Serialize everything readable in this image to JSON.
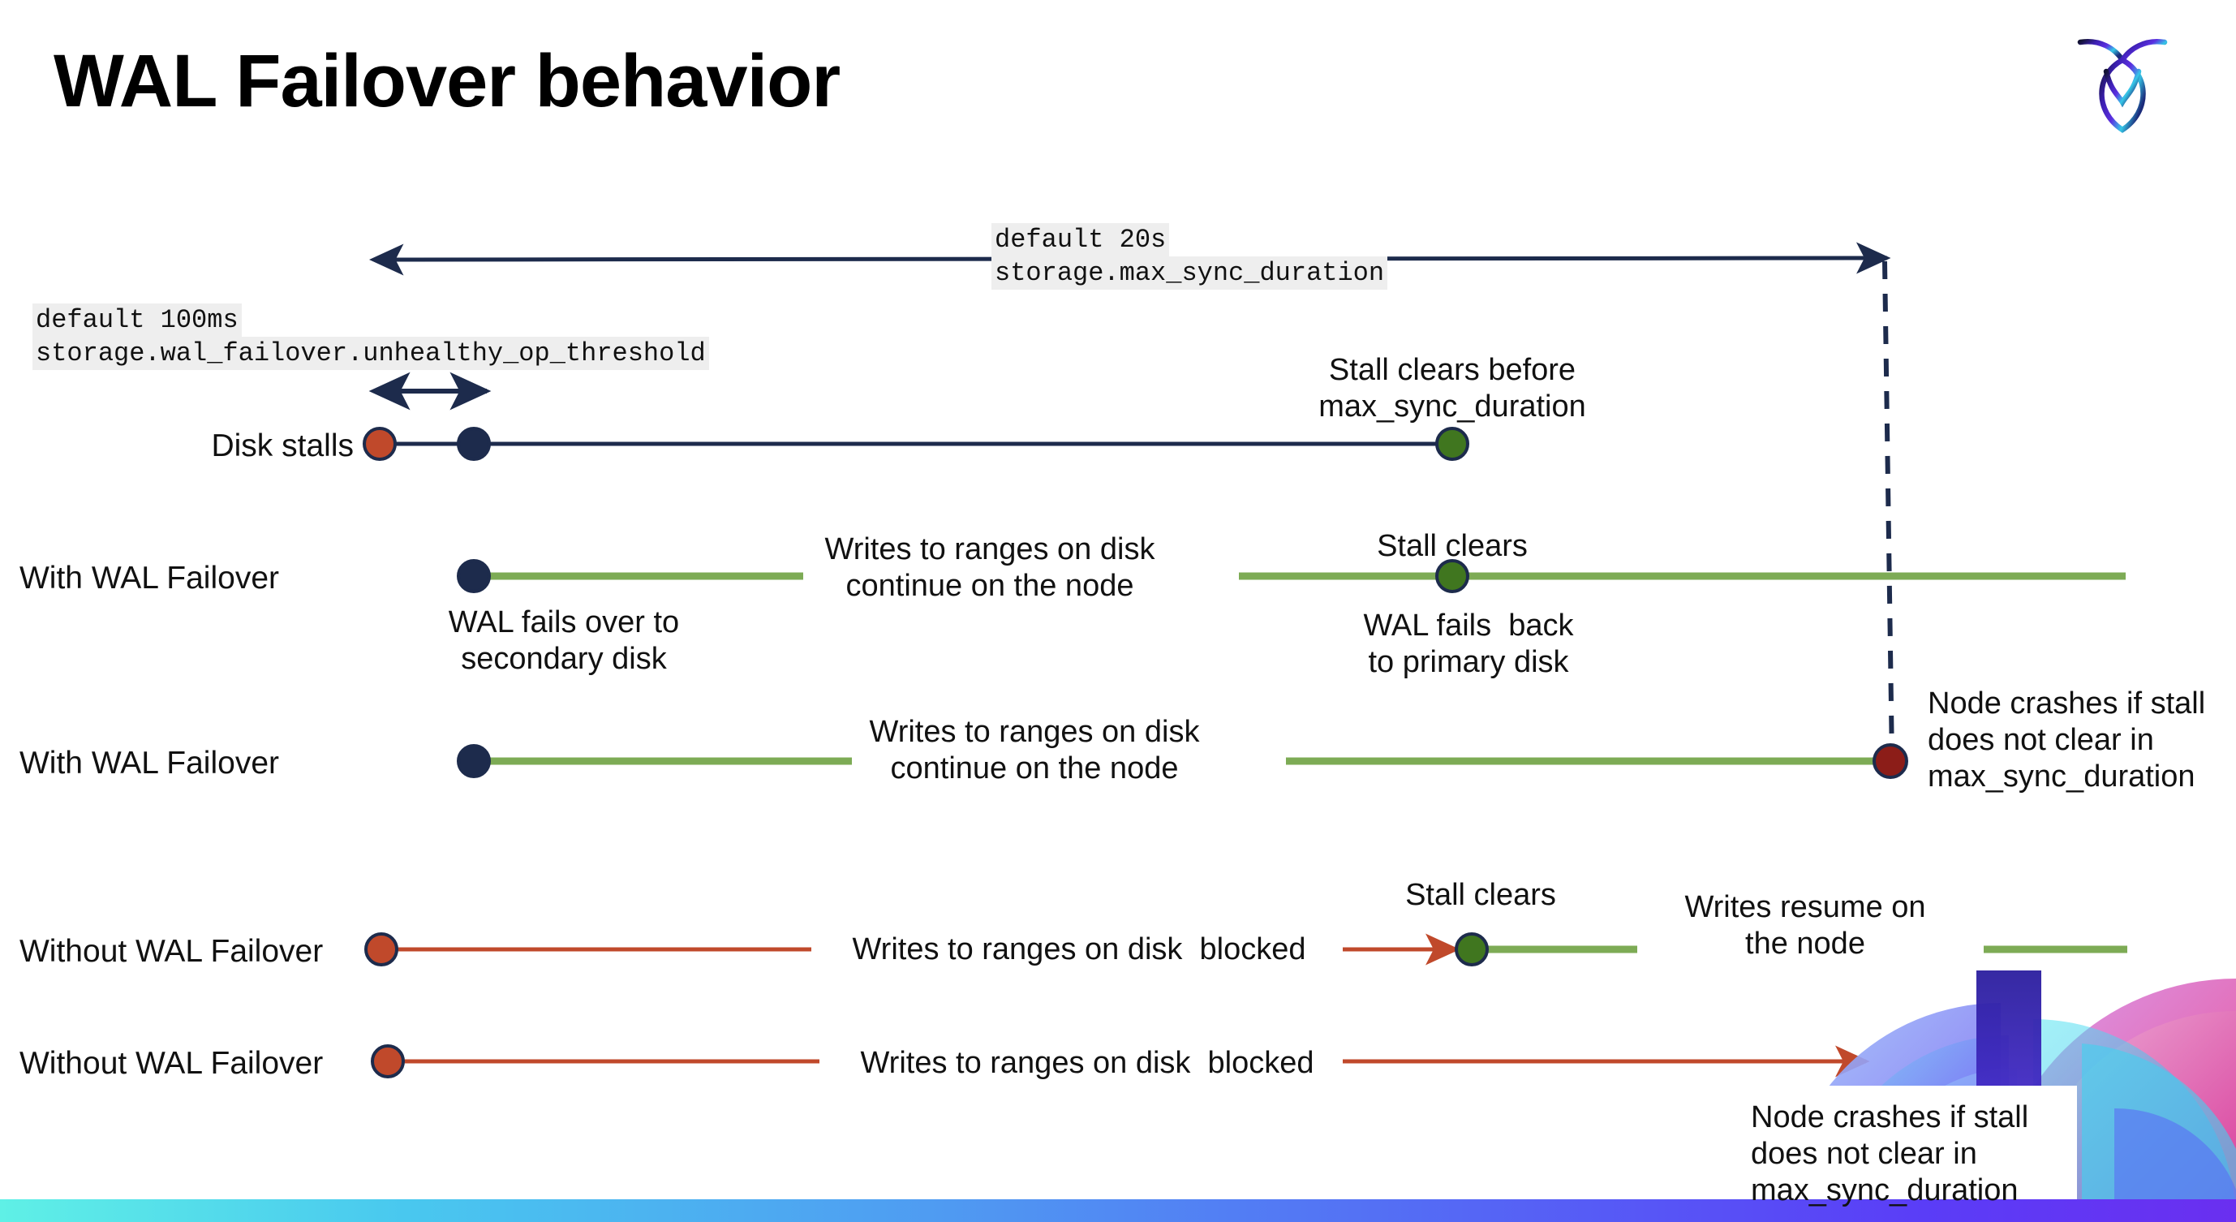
{
  "slide": {
    "title": "WAL Failover behavior",
    "logo_name": "cockroachdb-logo"
  },
  "settings": {
    "max_sync": {
      "default_label": "default 20s",
      "setting_name": "storage.max_sync_duration"
    },
    "unhealthy_op": {
      "default_label": "default 100ms",
      "setting_name": "storage.wal_failover.unhealthy_op_threshold"
    }
  },
  "rows": {
    "disk_stalls": {
      "label": "Disk stalls",
      "annotation": "Stall clears before\nmax_sync_duration"
    },
    "with_failover_1": {
      "label": "With WAL Failover",
      "annotation_mid": "Writes to ranges on disk\ncontinue on the node",
      "annotation_below_start": "WAL fails over to\nsecondary disk",
      "annotation_clear": "Stall clears",
      "annotation_below_clear": "WAL fails  back\nto primary disk"
    },
    "with_failover_2": {
      "label": "With WAL Failover",
      "annotation_mid": "Writes to ranges on disk\ncontinue on the node",
      "annotation_crash": "Node crashes if stall\ndoes not clear in\nmax_sync_duration"
    },
    "without_failover_1": {
      "label": "Without WAL Failover",
      "annotation_mid": "Writes to ranges on disk  blocked",
      "annotation_clear": "Stall clears",
      "annotation_resume": "Writes resume on\nthe node"
    },
    "without_failover_2": {
      "label": "Without WAL Failover",
      "annotation_mid": "Writes to ranges on disk  blocked",
      "annotation_crash": "Node crashes if stall\ndoes not clear in\nmax_sync_duration"
    }
  },
  "colors": {
    "navy": "#1d2b4c",
    "red": "#c0492b",
    "dark_red": "#8c1d18",
    "green_line": "#7dab55",
    "green_dot": "#40761f",
    "code_bg": "#eeeeee"
  }
}
